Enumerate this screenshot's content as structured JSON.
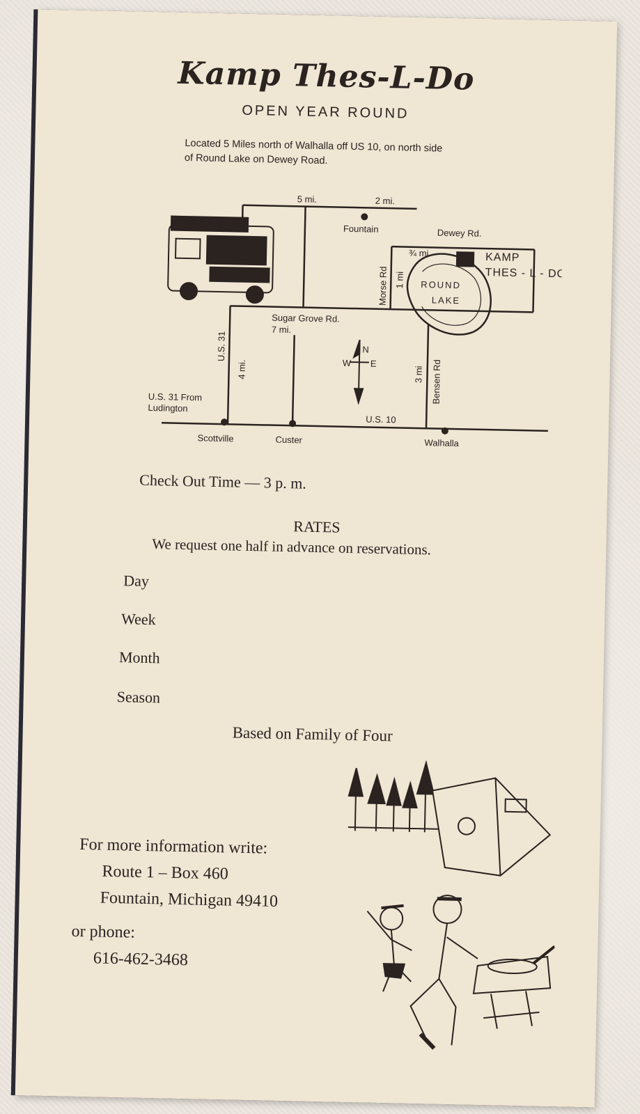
{
  "brochure": {
    "title": "Kamp Thes-L-Do",
    "subtitle": "OPEN YEAR ROUND",
    "location_line1": "Located 5 Miles north of Walhalla off US 10, on north side",
    "location_line2": "of Round Lake on Dewey Road."
  },
  "map": {
    "dist_5mi": "5 mi.",
    "dist_2mi": "2 mi.",
    "fountain": "Fountain",
    "dewey_rd": "Dewey Rd.",
    "three_quarter_mi": "¾ mi",
    "kamp_line1": "KAMP",
    "kamp_line2": "THES - L - DO",
    "round": "ROUND",
    "lake": "LAKE",
    "morse_rd": "Morse Rd",
    "one_mi": "1 mi",
    "sugar_grove": "Sugar Grove Rd.",
    "seven_mi": "7 mi.",
    "us31": "U.S. 31",
    "four_mi": "4 mi.",
    "us31_from_1": "U.S. 31 From",
    "us31_from_2": "Ludington",
    "us10": "U.S. 10",
    "three_mi": "3 mi",
    "bensen_rd": "Bensen Rd",
    "scottville": "Scottville",
    "custer": "Custer",
    "walhalla": "Walhalla",
    "compass_w": "W",
    "compass_n": "N",
    "compass_e": "E"
  },
  "details": {
    "checkout": "Check Out Time  —  3 p. m.",
    "rates_heading": "RATES",
    "rates_note": "We request one half in advance on reservations.",
    "rate_labels": [
      "Day",
      "Week",
      "Month",
      "Season"
    ],
    "family_note": "Based on Family of Four"
  },
  "contact": {
    "write_intro": "For more information write:",
    "address_line1": "Route 1 – Box 460",
    "address_line2": "Fountain, Michigan 49410",
    "phone_intro": "or phone:",
    "phone": "616-462-3468"
  }
}
